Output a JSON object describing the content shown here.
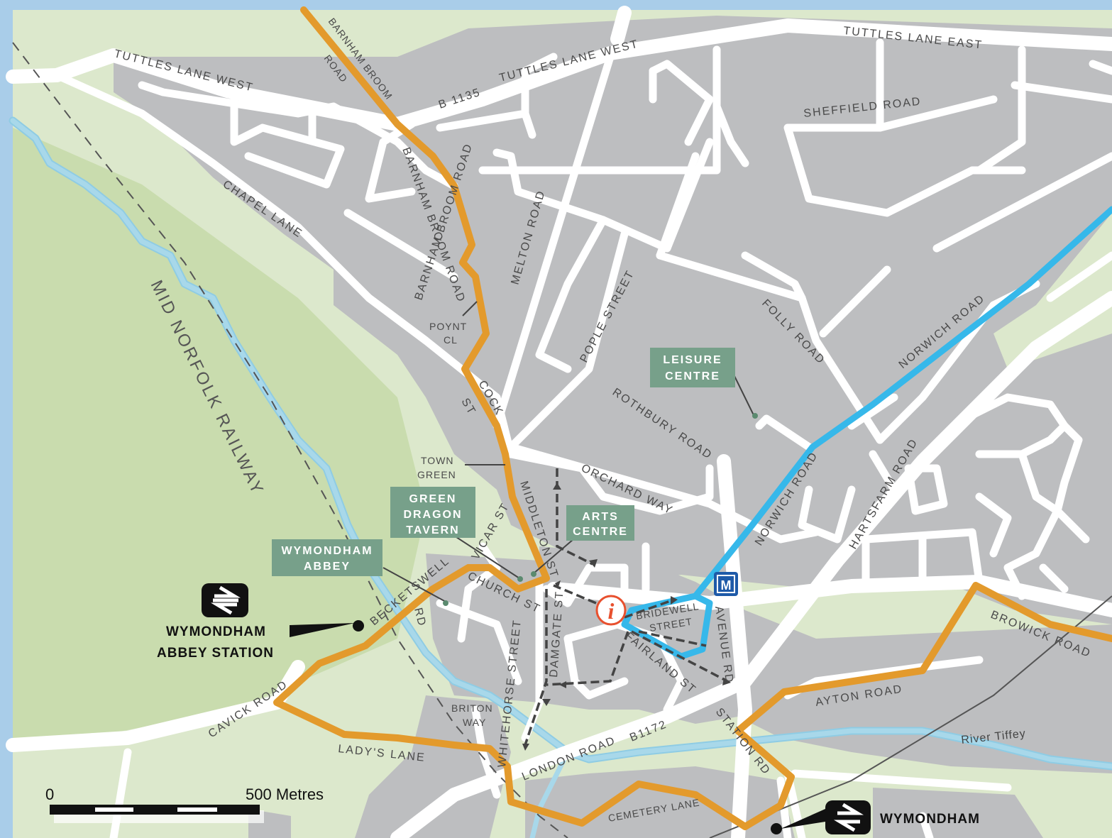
{
  "colors": {
    "border": "#a9cde9",
    "land": "#dce8cc",
    "greenspace": "#c9dcae",
    "urban": "#bdbec0",
    "road": "#ffffff",
    "orange_route": "#e39a2c",
    "blue_route": "#36b8ea",
    "river": "#a8d8ea",
    "poi_box": "#77a08a",
    "info": "#e8502e",
    "museum": "#1e5aa8"
  },
  "roads": {
    "tuttles_lane_west_a": "TUTTLES LANE WEST",
    "tuttles_lane_west_b": "TUTTLES LANE WEST",
    "b1135": "B 1135",
    "tuttles_lane_east": "TUTTLES LANE EAST",
    "sheffield_road": "SHEFFIELD ROAD",
    "barnham_broom_road_1": "BARNHAM BROOM",
    "barnham_broom_road_1b": "ROAD",
    "barnham_broom_road_2": "BARNHAM BROOM ROAD",
    "chapel_lane": "CHAPEL LANE",
    "melton_road": "MELTON ROAD",
    "poynt_cl_1": "POYNT",
    "poynt_cl_2": "CL",
    "pople_street": "POPLE STREET",
    "folly_road": "FOLLY ROAD",
    "norwich_road_1": "NORWICH ROAD",
    "norwich_road_2": "NORWICH ROAD",
    "cock": "COCK",
    "st": "ST",
    "rothbury_road": "ROTHBURY ROAD",
    "town_green_1": "TOWN",
    "town_green_2": "GREEN",
    "orchard_way": "ORCHARD WAY",
    "hartsfarm_road": "HARTSFARM ROAD",
    "vicar_st": "VICAR ST",
    "middleton_st": "MIDDLETON ST",
    "church_st": "CHURCH ST",
    "becketswell": "BECKETSWELL",
    "rd": "RD",
    "bridewell_1": "BRIDEWELL",
    "bridewell_2": "STREET",
    "avenue_rd": "AVENUE RD",
    "fairland_st": "FAIRLAND ST",
    "damgate_st": "DAMGATE ST",
    "browick_road": "BROWICK ROAD",
    "ayton_road": "AYTON ROAD",
    "cavick_road": "CAVICK ROAD",
    "briton_way_1": "BRITON",
    "briton_way_2": "WAY",
    "whitehorse_street": "WHITEHORSE STREET",
    "station_rd": "STATION RD",
    "ladys_lane": "LADY'S LANE",
    "london_road": "LONDON ROAD",
    "b1172": "B1172",
    "cemetery_lane": "CEMETERY LANE"
  },
  "railway": {
    "label": "MID NORFOLK RAILWAY"
  },
  "river": {
    "label": "River Tiffey"
  },
  "pois": {
    "leisure_1": "LEISURE",
    "leisure_2": "CENTRE",
    "green_dragon_1": "GREEN",
    "green_dragon_2": "DRAGON",
    "green_dragon_3": "TAVERN",
    "arts_1": "ARTS",
    "arts_2": "CENTRE",
    "abbey_1": "WYMONDHAM",
    "abbey_2": "ABBEY"
  },
  "stations": {
    "abbey_station_1": "WYMONDHAM",
    "abbey_station_2": "ABBEY STATION",
    "wymondham": "WYMONDHAM"
  },
  "info_icon": "i",
  "museum_icon": "M",
  "scale": {
    "zero": "0",
    "end": "500 Metres"
  }
}
